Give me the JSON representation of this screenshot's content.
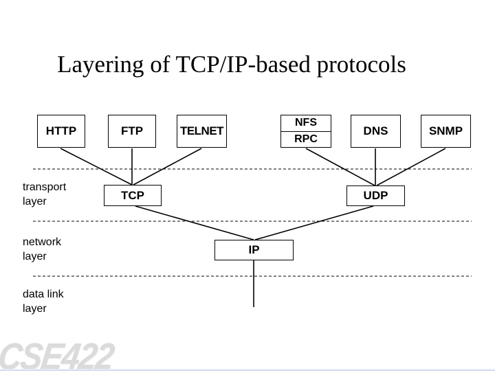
{
  "slide": {
    "title": "Layering of TCP/IP-based protocols",
    "watermark": "CSE422",
    "colors": {
      "background": "#ffffff",
      "line": "#000000",
      "box_border": "#000000",
      "watermark_gray": "#dbdbdb",
      "bottom_bar_blue": "#c9d8ee"
    }
  },
  "application_protocols": {
    "http": {
      "label": "HTTP"
    },
    "ftp": {
      "label": "FTP"
    },
    "telnet": {
      "label": "TELNET"
    },
    "nfs_rpc": {
      "top_label": "NFS",
      "bottom_label": "RPC"
    },
    "dns": {
      "label": "DNS"
    },
    "snmp": {
      "label": "SNMP"
    }
  },
  "transport_protocols": {
    "tcp": {
      "label": "TCP"
    },
    "udp": {
      "label": "UDP"
    }
  },
  "network_protocols": {
    "ip": {
      "label": "IP"
    }
  },
  "layer_labels": {
    "transport": {
      "line1": "transport",
      "line2": "layer"
    },
    "network": {
      "line1": "network",
      "line2": "layer"
    },
    "datalink": {
      "line1": "data link",
      "line2": "layer"
    }
  },
  "connections": [
    {
      "from": "HTTP",
      "to": "TCP"
    },
    {
      "from": "FTP",
      "to": "TCP"
    },
    {
      "from": "TELNET",
      "to": "TCP"
    },
    {
      "from": "NFS/RPC",
      "to": "UDP"
    },
    {
      "from": "DNS",
      "to": "UDP"
    },
    {
      "from": "SNMP",
      "to": "UDP"
    },
    {
      "from": "TCP",
      "to": "IP"
    },
    {
      "from": "UDP",
      "to": "IP"
    },
    {
      "from": "IP",
      "to": "data link layer"
    }
  ]
}
